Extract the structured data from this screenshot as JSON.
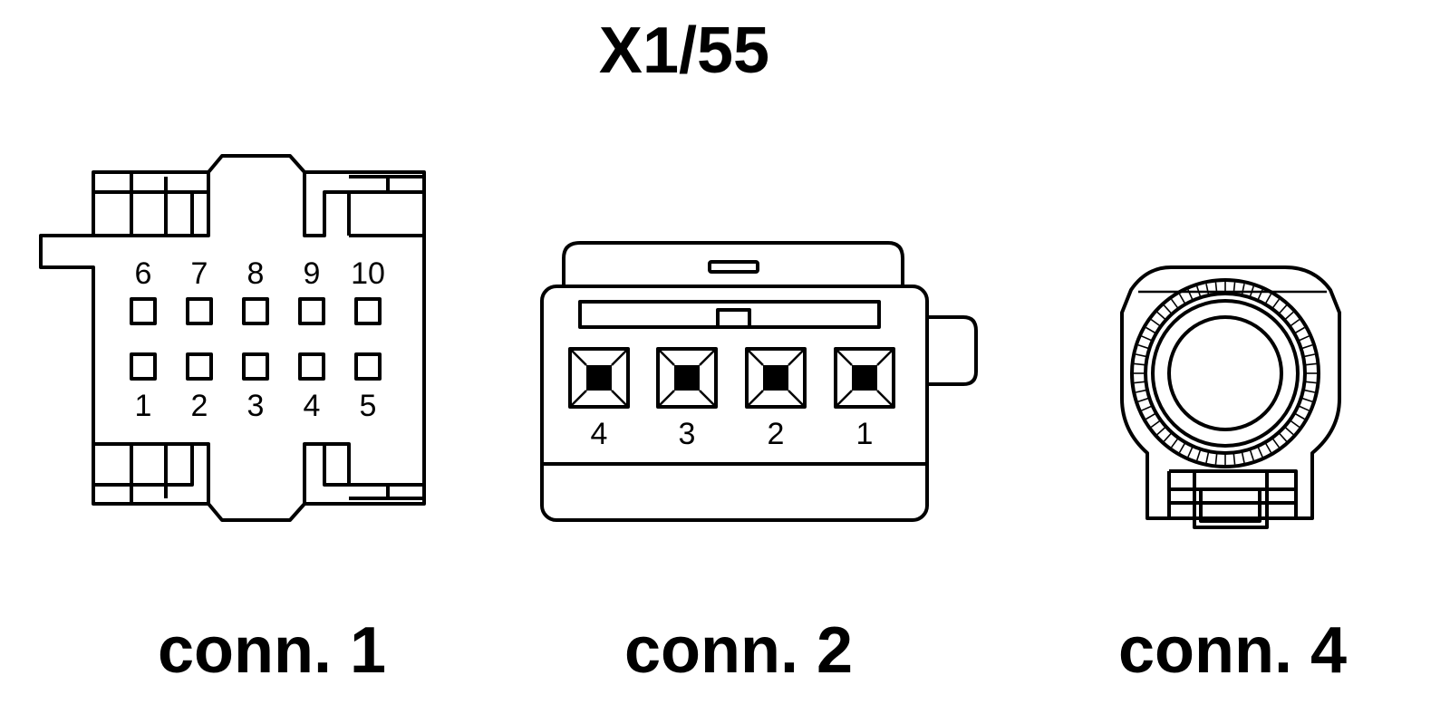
{
  "diagram": {
    "title": "X1/55",
    "connectors": [
      {
        "id": "conn1",
        "label": "conn. 1",
        "pins_top": [
          "6",
          "7",
          "8",
          "9",
          "10"
        ],
        "pins_bottom": [
          "1",
          "2",
          "3",
          "4",
          "5"
        ]
      },
      {
        "id": "conn2",
        "label": "conn. 2",
        "pins": [
          "4",
          "3",
          "2",
          "1"
        ]
      },
      {
        "id": "conn4",
        "label": "conn. 4"
      }
    ]
  }
}
